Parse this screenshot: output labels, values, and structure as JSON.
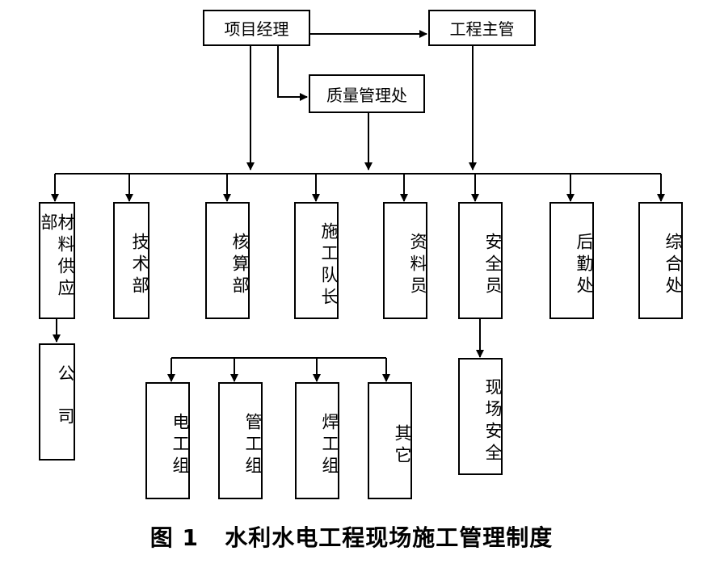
{
  "top": {
    "project_manager": "项目经理",
    "engineering_supervisor": "工程主管",
    "quality_office": "质量管理处"
  },
  "departments": [
    "材料供应部",
    "技术部",
    "核算部",
    "施工队长",
    "资料员",
    "安全员",
    "后勤处",
    "综合处"
  ],
  "company": "公司",
  "site_safety": "现场安全",
  "work_groups": [
    "电工组",
    "管工组",
    "焊工组",
    "其它"
  ],
  "caption": "图 1   水利水电工程现场施工管理制度"
}
